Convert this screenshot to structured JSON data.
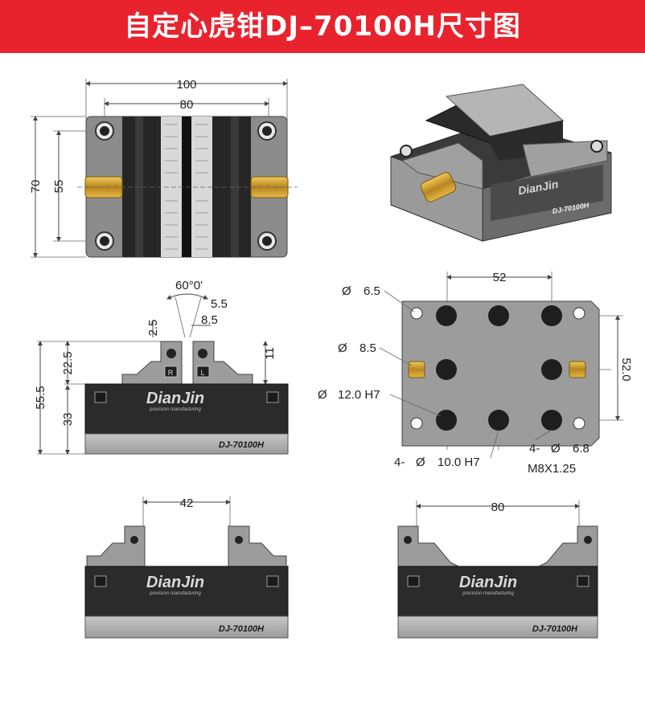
{
  "title": "自定心虎钳DJ–70100H尺寸图",
  "colors": {
    "banner": "#e8232e",
    "body_dark": "#2b2b2b",
    "jaw_gray": "#8e8e8e",
    "plate": "#a9a9a9",
    "brass": "#c9982e"
  },
  "top_view": {
    "dim_width": "100",
    "dim_jaw": "80",
    "dim_height": "70",
    "dim_inner": "55"
  },
  "iso_view": {
    "brand": "DianJin",
    "model": "DJ-70100H"
  },
  "side_view": {
    "angle": "60°0'",
    "dim_5_5": "5.5",
    "dim_2_5": "2.5",
    "dim_8_5": "8.5",
    "dim_22_5": "22.5",
    "dim_11": "11",
    "dim_55_5": "55.5",
    "dim_33": "33",
    "brand": "DianJin",
    "tagline": "precision manufacturing",
    "model": "DJ-70100H",
    "tag_r": "R",
    "tag_l": "L"
  },
  "bottom_view": {
    "dim_52_top": "52",
    "dim_52_side": "52.0",
    "hole_6_5": "6.5",
    "hole_8_5": "8.5",
    "hole_12": "12.0 H7",
    "hole_10_prefix": "4-",
    "hole_10": "10.0 H7",
    "hole_6_8_prefix": "4-",
    "hole_6_8": "6.8",
    "thread": "M8X1.25",
    "diameter_symbol": "Ø"
  },
  "front_open_42": {
    "dim": "42",
    "brand": "DianJin",
    "tagline": "precision manufacturing",
    "model": "DJ-70100H"
  },
  "front_open_80": {
    "dim": "80",
    "brand": "DianJin",
    "tagline": "precision manufacturing",
    "model": "DJ-70100H"
  }
}
